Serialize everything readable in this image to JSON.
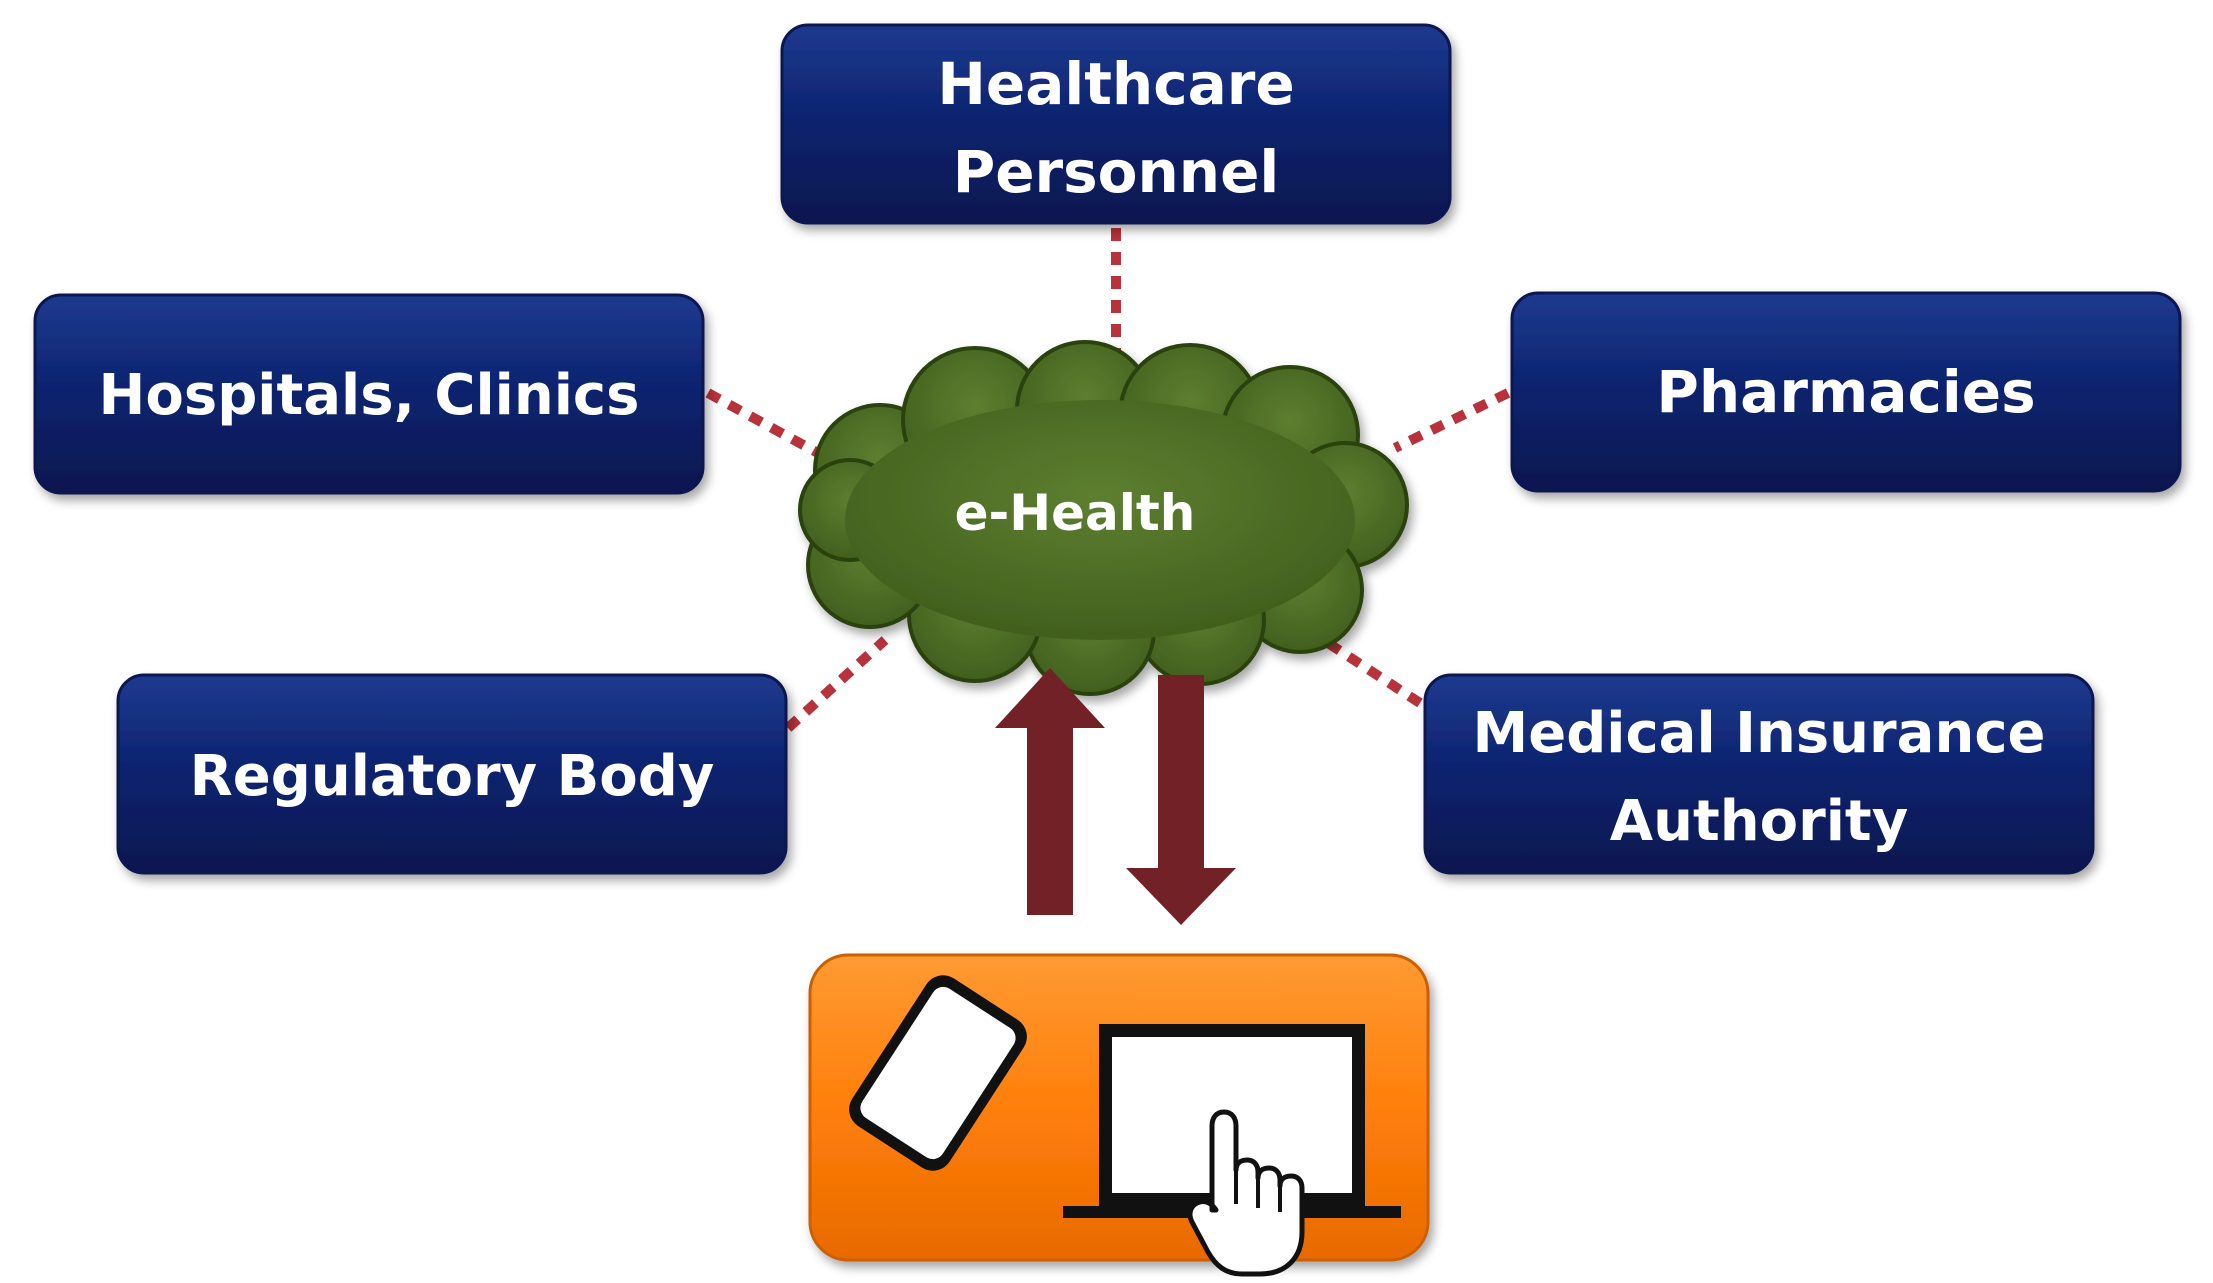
{
  "center": {
    "label": "e-Health"
  },
  "nodes": {
    "healthcare_personnel": {
      "line1": "Healthcare",
      "line2": "Personnel"
    },
    "hospitals_clinics": {
      "label": "Hospitals, Clinics"
    },
    "pharmacies": {
      "label": "Pharmacies"
    },
    "regulatory_body": {
      "label": "Regulatory Body"
    },
    "medical_insurance": {
      "line1": "Medical Insurance",
      "line2": "Authority"
    }
  },
  "user_devices": {
    "icons": [
      "smartphone-icon",
      "laptop-icon",
      "hand-pointer-icon"
    ]
  },
  "colors": {
    "node_fill": "#0d2470",
    "cloud_fill": "#4e6e26",
    "arrow": "#722126",
    "connector": "#b8323c",
    "device_panel": "#ff7f0a"
  }
}
